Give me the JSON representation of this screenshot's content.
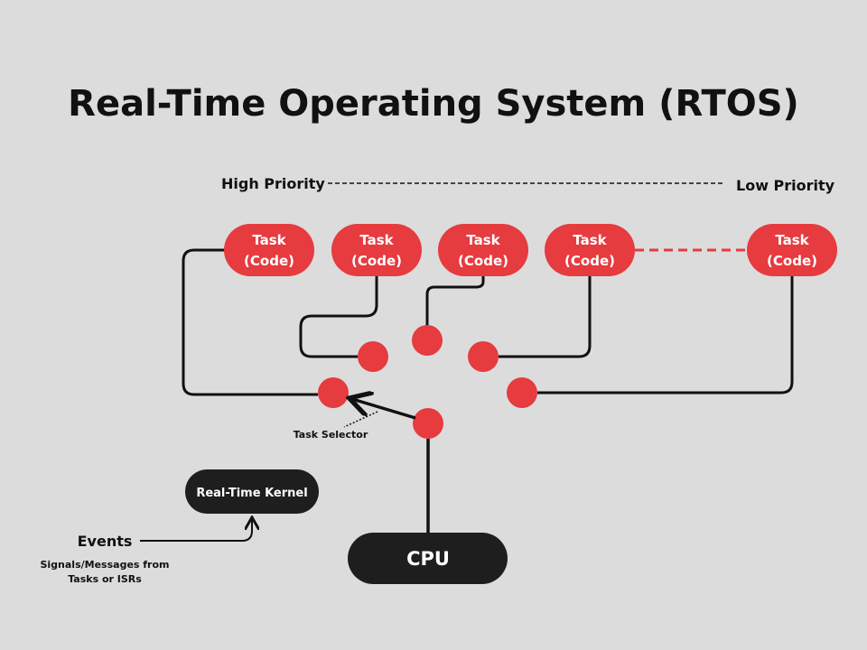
{
  "title": "Real-Time Operating System (RTOS)",
  "priority": {
    "high": "High Priority",
    "low": "Low Priority"
  },
  "tasks": [
    {
      "line1": "Task",
      "line2": "(Code)"
    },
    {
      "line1": "Task",
      "line2": "(Code)"
    },
    {
      "line1": "Task",
      "line2": "(Code)"
    },
    {
      "line1": "Task",
      "line2": "(Code)"
    },
    {
      "line1": "Task",
      "line2": "(Code)"
    }
  ],
  "task_selector": "Task Selector",
  "kernel": "Real-Time Kernel",
  "cpu": "CPU",
  "events": {
    "label": "Events",
    "desc_line1": "Signals/Messages from",
    "desc_line2": "Tasks or ISRs"
  },
  "colors": {
    "background": "#dcdcdc",
    "task": "#e63b3f",
    "dark": "#1e1e1e"
  }
}
